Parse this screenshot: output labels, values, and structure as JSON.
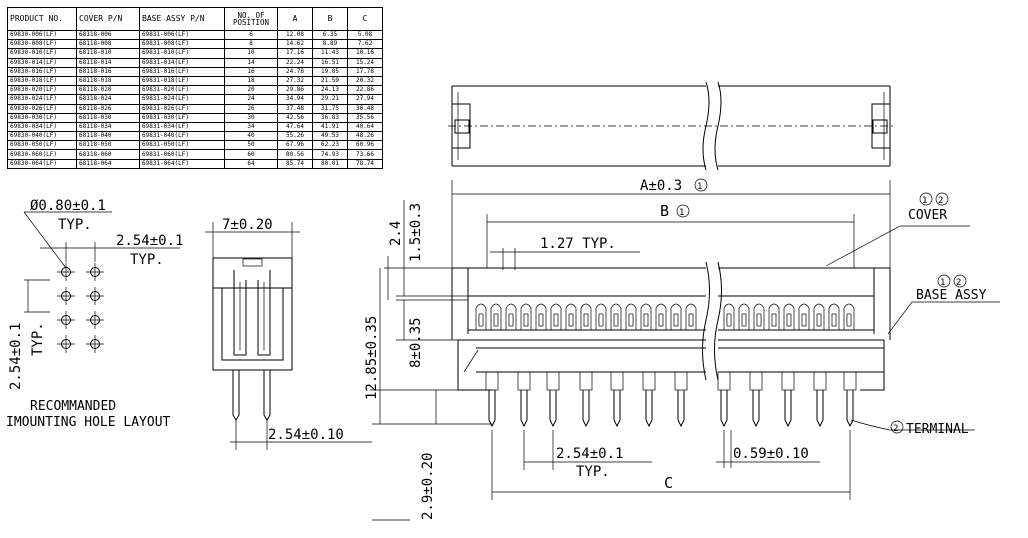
{
  "table": {
    "headers": [
      "PRODUCT NO.",
      "COVER P/N",
      "BASE ASSY P/N",
      "NO. OF\nPOSITION",
      "A",
      "B",
      "C"
    ],
    "rows": [
      [
        "69830-006(LF)",
        "68118-006",
        "69831-006(LF)",
        "6",
        "12.08",
        "6.35",
        "5.08"
      ],
      [
        "69830-008(LF)",
        "68118-008",
        "69831-008(LF)",
        "8",
        "14.62",
        "8.89",
        "7.62"
      ],
      [
        "69830-010(LF)",
        "68118-010",
        "69831-010(LF)",
        "10",
        "17.16",
        "11.43",
        "10.16"
      ],
      [
        "69830-014(LF)",
        "68118-014",
        "69831-014(LF)",
        "14",
        "22.24",
        "16.51",
        "15.24"
      ],
      [
        "69830-016(LF)",
        "68118-016",
        "69831-016(LF)",
        "16",
        "24.78",
        "19.05",
        "17.78"
      ],
      [
        "69830-018(LF)",
        "68118-018",
        "69831-018(LF)",
        "18",
        "27.32",
        "21.59",
        "20.32"
      ],
      [
        "69830-020(LF)",
        "68118-020",
        "69831-020(LF)",
        "20",
        "29.86",
        "24.13",
        "22.86"
      ],
      [
        "69830-024(LF)",
        "68118-024",
        "69831-024(LF)",
        "24",
        "34.94",
        "29.21",
        "27.94"
      ],
      [
        "69830-026(LF)",
        "68118-026",
        "69831-026(LF)",
        "26",
        "37.48",
        "31.75",
        "30.48"
      ],
      [
        "69830-030(LF)",
        "68118-030",
        "69831-030(LF)",
        "30",
        "42.56",
        "36.83",
        "35.56"
      ],
      [
        "69830-034(LF)",
        "68118-034",
        "69831-034(LF)",
        "34",
        "47.64",
        "41.91",
        "40.64"
      ],
      [
        "69830-040(LF)",
        "68118-040",
        "69831-040(LF)",
        "40",
        "55.26",
        "49.53",
        "48.26"
      ],
      [
        "69830-050(LF)",
        "68118-050",
        "69831-050(LF)",
        "50",
        "67.96",
        "62.23",
        "60.96"
      ],
      [
        "69830-060(LF)",
        "68118-060",
        "69831-060(LF)",
        "60",
        "80.56",
        "74.93",
        "73.66"
      ],
      [
        "69830-064(LF)",
        "68118-064",
        "69831-064(LF)",
        "64",
        "85.74",
        "80.01",
        "78.74"
      ]
    ]
  },
  "hole_layout": {
    "diameter": "Ø0.80±0.1",
    "diameter_typ": "TYP.",
    "pitch_h": "2.54±0.1",
    "pitch_h_typ": "TYP.",
    "pitch_v": "2.54±0.1",
    "pitch_v_typ": "TYP.",
    "caption_1": "RECOMMANDED",
    "caption_2": "IMOUNTING HOLE LAYOUT"
  },
  "side_view": {
    "width": "7±0.20",
    "pin_pitch": "2.54±0.10"
  },
  "front_view": {
    "dim_a": "A±0.3",
    "dim_a_ref": "1",
    "dim_b": "B",
    "dim_b_ref": "1",
    "pitch": "1.27 TYP.",
    "height_cover": "2.4",
    "height_top": "1.5±0.3",
    "height_base": "8±0.35",
    "height_total": "12.85±0.35",
    "pin_length": "2.9±0.20",
    "pin_pitch": "2.54±0.1",
    "pin_pitch_typ": "TYP.",
    "pin_width": "0.59±0.10",
    "dim_c": "C",
    "label_cover_refs": [
      "1",
      "2"
    ],
    "label_cover": "COVER",
    "label_base_refs": [
      "1",
      "2"
    ],
    "label_base": "BASE ASSY",
    "label_terminal_ref": "2",
    "label_terminal": "TERMINAL"
  }
}
